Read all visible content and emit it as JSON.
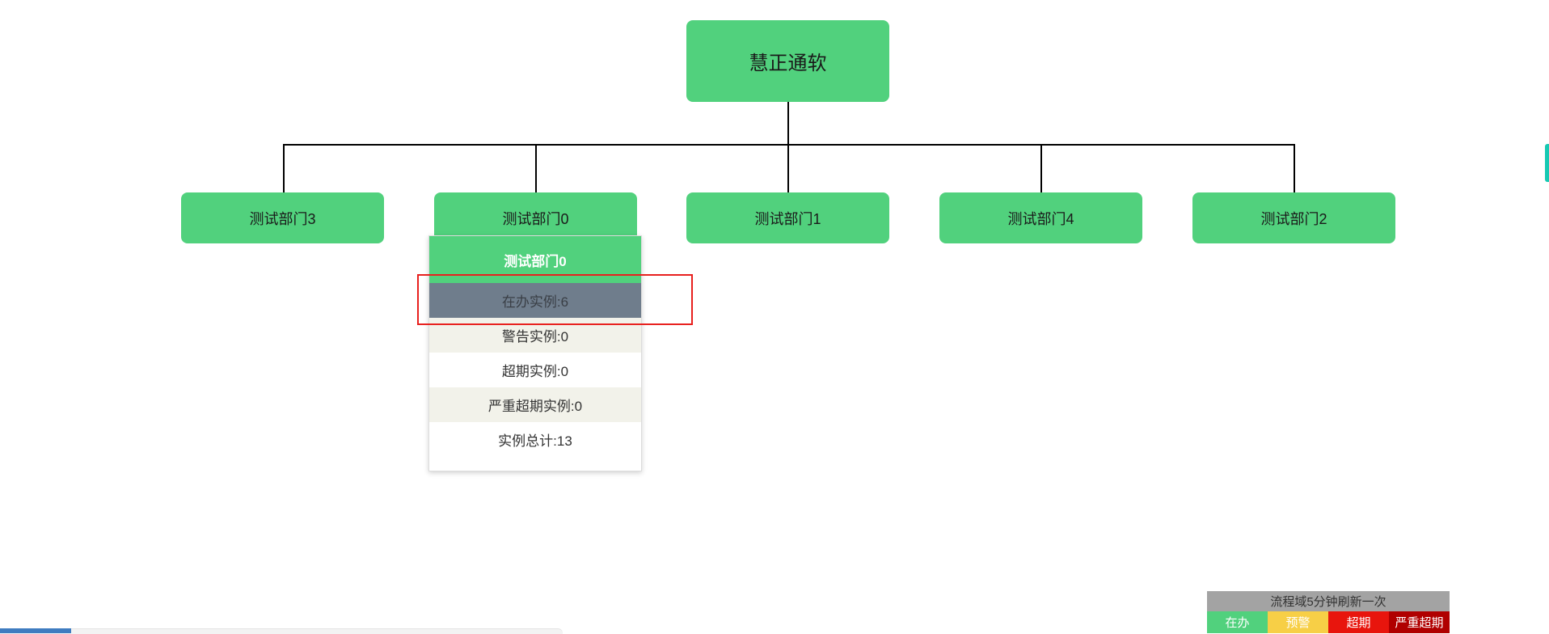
{
  "org_chart": {
    "root": "慧正通软",
    "departments": [
      "测试部门3",
      "测试部门0",
      "测试部门1",
      "测试部门4",
      "测试部门2"
    ]
  },
  "popup": {
    "title": "测试部门0",
    "rows": [
      "在办实例:6",
      "警告实例:0",
      "超期实例:0",
      "严重超期实例:0",
      "实例总计:13"
    ]
  },
  "legend": {
    "title": "流程域5分钟刷新一次",
    "items": [
      {
        "label": "在办",
        "color": "#51d17d"
      },
      {
        "label": "预警",
        "color": "#f7cf46"
      },
      {
        "label": "超期",
        "color": "#e8150d"
      },
      {
        "label": "严重超期",
        "color": "#b00000"
      }
    ]
  },
  "colors": {
    "node": "#51d17d",
    "hover_row": "#6f7d8c",
    "alt_row": "#f2f2ea",
    "highlight_border": "#e8201e"
  }
}
